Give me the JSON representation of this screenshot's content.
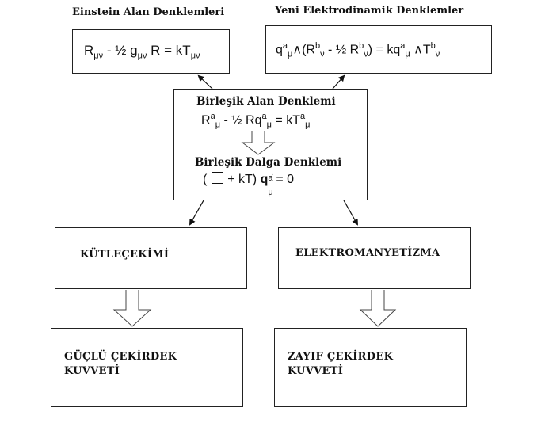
{
  "left_header": "Einstein Alan Denklemleri",
  "right_header": "Yeni Elektrodinamik Denklemler",
  "einstein_eq": {
    "r": "R",
    "r_sub": "μν",
    "minus_half_g": " - ½ g",
    "g_sub": "μν",
    "r2": " R = kT",
    "t_sub": "μν"
  },
  "electro_eq": {
    "q": "q",
    "q_sup": "a",
    "q_sub": "μ",
    "wedge_open": "∧(R",
    "rb_sup": "b",
    "rb_sub": "ν",
    "minus_half": " - ½ R",
    "rb2_sup": "b",
    "rb2_sub": "ν",
    "eq_kq": ") = kq",
    "kq_sup": "a",
    "kq_sub": "μ",
    "wedge_t": " ∧T",
    "t_sup": "b",
    "t_sub": "ν"
  },
  "unified": {
    "title": "Birleşik Alan Denklemi",
    "eq_r": "R",
    "eq_r_sup": "a",
    "eq_r_sub": "μ",
    "eq_mid": " - ½ Rq",
    "eq_q_sup": "a",
    "eq_q_sub": "μ",
    "eq_end": " = kT",
    "eq_t_sup": "a",
    "eq_t_sub": "μ",
    "wave_title": "Birleşik Dalga Denklemi",
    "wave_open": "(",
    "wave_mid": " + kT)  ",
    "wave_q": "q",
    "wave_q_sup": "a",
    "wave_q_sub": "μ",
    "wave_end": "= 0"
  },
  "boxes": {
    "gravity": "KÜTLEÇEKİMİ",
    "electromagnetism": "ELEKTROMANYETİZMA",
    "strong_line1": "GÜÇLÜ ÇEKİRDEK",
    "strong_line2": "KUVVETİ",
    "weak_line1": "ZAYIF ÇEKİRDEK",
    "weak_line2": "KUVVETİ"
  }
}
